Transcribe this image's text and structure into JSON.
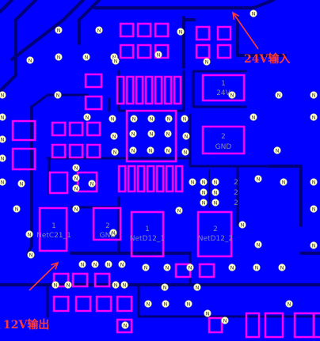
{
  "board": {
    "colors": {
      "copper": "#0000ff",
      "pad": "#ff00ff",
      "trace": "#00007a",
      "via": "#ffffcc",
      "annotation": "#ff3a3a",
      "silk": "#8a8aa8"
    },
    "net_via_label": "N"
  },
  "components": {
    "input_connector": {
      "pin1": "1",
      "net1": "24V",
      "pin2": "2",
      "net2": "GND"
    },
    "output_cap": {
      "pin1": "1",
      "net1": "NetC21_1",
      "pin2": "2",
      "net2": "GND"
    },
    "diode": {
      "pin1": "1",
      "net1": "NetD12_1",
      "pin2": "2",
      "net2": "NetD12_2"
    },
    "mid_net_labels": [
      "2",
      "2",
      "2"
    ]
  },
  "annotations": {
    "input_note": "24V输入",
    "output_note": "12V输出"
  }
}
